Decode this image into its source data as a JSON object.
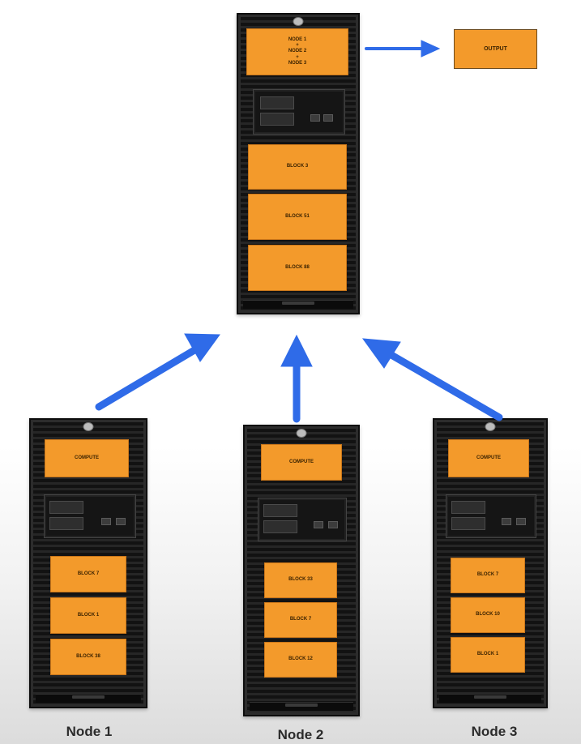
{
  "aggregator": {
    "merge_lines": "NODE 1\n+\nNODE 2\n+\nNODE 3",
    "blocks": [
      "BLOCK 3",
      "BLOCK 51",
      "BLOCK 88"
    ]
  },
  "output": {
    "label": "OUTPUT"
  },
  "nodes": [
    {
      "name": "Node 1",
      "compute": "COMPUTE",
      "blocks": [
        "BLOCK 7",
        "BLOCK 1",
        "BLOCK 38"
      ]
    },
    {
      "name": "Node 2",
      "compute": "COMPUTE",
      "blocks": [
        "BLOCK 33",
        "BLOCK 7",
        "BLOCK 12"
      ]
    },
    {
      "name": "Node 3",
      "compute": "COMPUTE",
      "blocks": [
        "BLOCK 7",
        "BLOCK 10",
        "BLOCK 1"
      ]
    }
  ],
  "colors": {
    "block": "#f39a2b",
    "arrow": "#2f6be8",
    "server": "#1b1b1b"
  }
}
